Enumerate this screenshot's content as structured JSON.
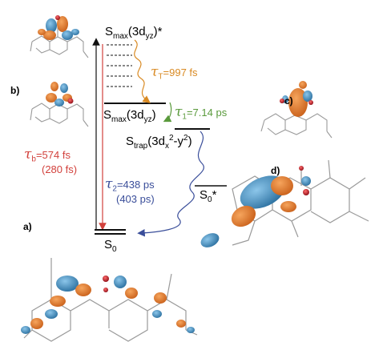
{
  "panels": {
    "a": "a)",
    "b": "b)",
    "c": "c)",
    "d": "d)"
  },
  "states": {
    "smax_star": {
      "base": "S",
      "sub": "max",
      "main": "(3d",
      "sub2": "yz",
      "tail": ")*"
    },
    "smax": {
      "base": "S",
      "sub": "max",
      "main": "(3d",
      "sub2": "yz",
      "tail": ")"
    },
    "strap": {
      "base": "S",
      "sub": "trap",
      "main": "(3d",
      "sub2": "x",
      "sup2": "2",
      "mid": "-y",
      "sup3": "2",
      "tail": ")"
    },
    "s0": {
      "base": "S",
      "sub": "0"
    },
    "s0_star": {
      "base": "S",
      "sub": "0",
      "tail": "*"
    }
  },
  "lifetimes": {
    "tauT": {
      "symbol": "τ",
      "sub": "T",
      "value": "=997 fs",
      "color": "#d98a23"
    },
    "tau1": {
      "symbol": "τ",
      "sub": "1",
      "value": "=7.14 ps",
      "color": "#5a9a3c"
    },
    "tau2": {
      "symbol": "τ",
      "sub": "2",
      "value": "=438 ps",
      "alt": "(403 ps)",
      "color": "#3a4e9a"
    },
    "taub": {
      "symbol": "τ",
      "sub": "b",
      "value": "=574 fs",
      "alt": "(280 fs)",
      "color": "#d2413c"
    }
  },
  "colors": {
    "orbital_orange": "#e07b2a",
    "orbital_blue": "#3f8fc4",
    "skeleton": "#9a9a9a",
    "metal": "#c8102e"
  }
}
